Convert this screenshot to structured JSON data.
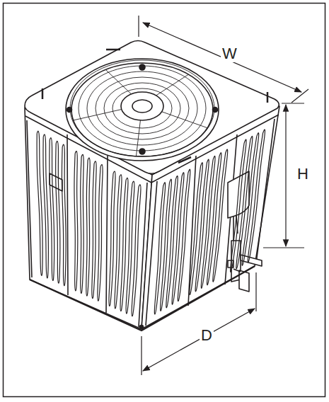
{
  "diagram": {
    "labels": [
      "W",
      "H",
      "D"
    ]
  }
}
